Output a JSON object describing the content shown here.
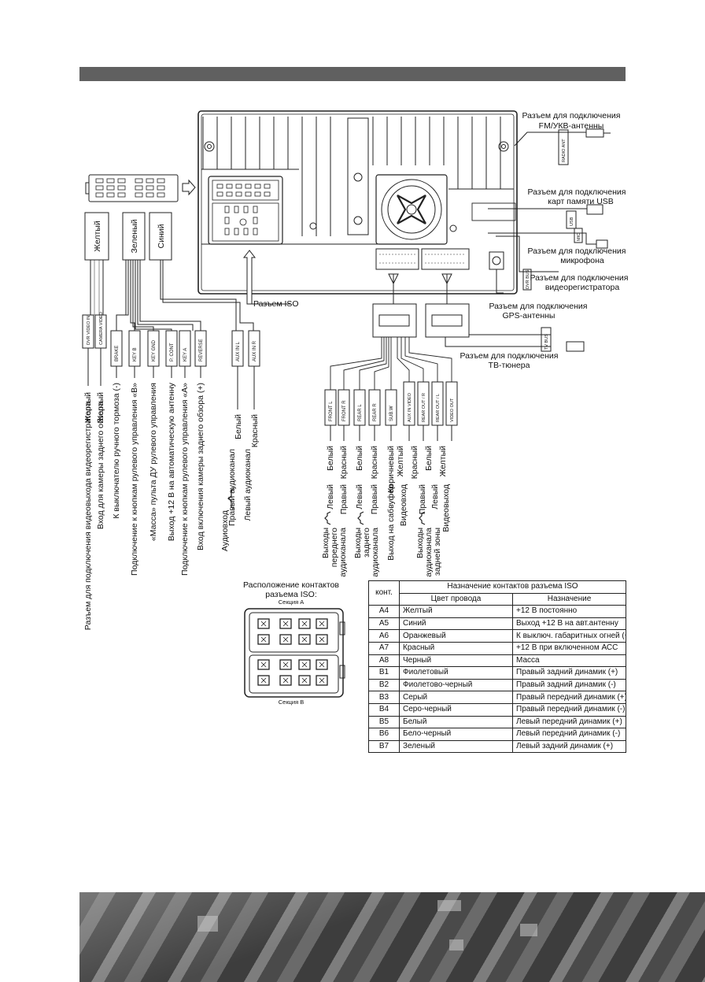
{
  "labels": {
    "fm_antenna": [
      "Разъем для подключения",
      "FM/УКВ-антенны"
    ],
    "radio_ant": "RADIO ANT",
    "usb": [
      "Разъем для подключения",
      "карт памяти USB"
    ],
    "usb_tag": "USB",
    "mic": [
      "Разъем для подключения",
      "микрофона"
    ],
    "mic_tag": "MIC",
    "dvr": [
      "Разъем для подключения",
      "видеорегистратора"
    ],
    "dvr_tag": "DVR BUS",
    "gps": [
      "Разъем для подключения",
      "GPS-антенны"
    ],
    "tv": [
      "Разъем для подключения",
      "ТВ-тюнера"
    ],
    "tv_tag": "TV BUS",
    "iso_connector": "Разъем  ISO"
  },
  "left_boxes": [
    {
      "id": "yellow",
      "text": "Желтый"
    },
    {
      "id": "green",
      "text": "Зеленый"
    },
    {
      "id": "blue",
      "text": "Синий"
    }
  ],
  "left_tags": [
    "DVR VIDEO IN",
    "CAMERA VIDEO",
    "BRAKE",
    "KEY B",
    "KEY GND",
    "P. CONT",
    "KEY A",
    "REVERSE",
    "AUX IN L",
    "AUX IN R"
  ],
  "left_wire_colors": {
    "dvr": "Желтый",
    "camera": "Желтый",
    "aux_l": "Белый",
    "aux_r": "Красный"
  },
  "left_descriptions": [
    "Разъем для подключения видеовыхода видеорегистратора",
    "Вход для камеры заднего обзора",
    "К выключателю ручного тормоза (-)",
    "Подключение к кнопкам рулевого управления «B»",
    "«Масса» пульта ДУ рулевого управления",
    "Выход +12 В на автоматическую антенну",
    "Подключение к кнопкам рулевого управления «A»",
    "Вход включения камеры заднего обзора (+)"
  ],
  "aux_descriptions": [
    "Правый аудиоканал",
    "Левый аудиоканал",
    "Аудиовход"
  ],
  "right_tags": [
    "FRONT L",
    "FRONT R",
    "REAR L",
    "REAR R",
    "SUB.W",
    "AUX IN VIDEO",
    "REAR OUT / R",
    "REAR OUT / L",
    "VIDEO OUT"
  ],
  "right_wire_colors": [
    "Белый",
    "Красный",
    "Белый",
    "Красный",
    "Коричневый",
    "Желтый",
    "Красный",
    "Белый",
    "Желтый"
  ],
  "right_channels": [
    "Левый",
    "Правый",
    "Левый",
    "Правый",
    "Выход на сабвуфер",
    "Видеовход",
    "Правый",
    "Левый",
    "Видеовыход"
  ],
  "right_groups": [
    [
      "Выходы",
      "переднего",
      "аудиоканала"
    ],
    [
      "Выходы",
      "заднего",
      "аудиоканала"
    ],
    [
      "Выходы",
      "аудиоканала",
      "задней зоны"
    ]
  ],
  "iso": {
    "title": "Расположение контактов разъема ISO:",
    "section_a": "Секция A",
    "section_b": "Секция B"
  },
  "table": {
    "header_pin": "конт.",
    "header_span": "Назначение контактов разъема ISO",
    "header_color": "Цвет провода",
    "header_purpose": "Назначение",
    "rows": [
      {
        "pin": "A4",
        "color": "Желтый",
        "purpose": "+12 В постоянно"
      },
      {
        "pin": "A5",
        "color": "Синий",
        "purpose": "Выход +12 В на авт.антенну"
      },
      {
        "pin": "A6",
        "color": "Оранжевый",
        "purpose": "К выключ. габаритных огней (+)"
      },
      {
        "pin": "A7",
        "color": "Красный",
        "purpose": "+12 В при включенном АСС"
      },
      {
        "pin": "A8",
        "color": "Черный",
        "purpose": "Масса"
      },
      {
        "pin": "B1",
        "color": "Фиолетовый",
        "purpose": "Правый задний динамик (+)"
      },
      {
        "pin": "B2",
        "color": "Фиолетово-черный",
        "purpose": "Правый задний динамик (-)"
      },
      {
        "pin": "B3",
        "color": "Серый",
        "purpose": "Правый передний динамик (+)"
      },
      {
        "pin": "B4",
        "color": "Серо-черный",
        "purpose": "Правый передний динамик (-)"
      },
      {
        "pin": "B5",
        "color": "Белый",
        "purpose": "Левый передний динамик (+)"
      },
      {
        "pin": "B6",
        "color": "Бело-черный",
        "purpose": "Левый передний динамик (-)"
      },
      {
        "pin": "B7",
        "color": "Зеленый",
        "purpose": "Левый задний динамик (+)"
      }
    ]
  }
}
